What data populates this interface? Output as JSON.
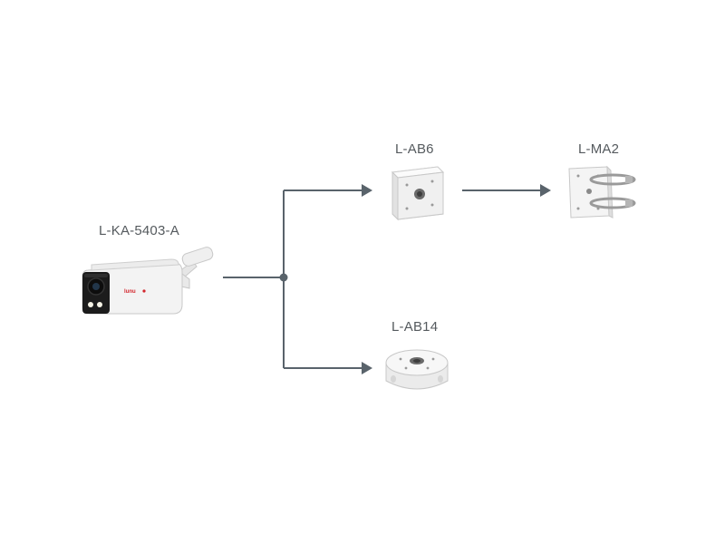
{
  "diagram": {
    "nodes": {
      "camera": {
        "label": "L-KA-5403-A",
        "icon": "bullet-camera-icon"
      },
      "ab6": {
        "label": "L-AB6",
        "icon": "square-junction-box-icon"
      },
      "ma2": {
        "label": "L-MA2",
        "icon": "pole-mount-adapter-icon"
      },
      "ab14": {
        "label": "L-AB14",
        "icon": "round-junction-box-icon"
      }
    },
    "edges": [
      {
        "from": "L-KA-5403-A",
        "to": "L-AB6"
      },
      {
        "from": "L-KA-5403-A",
        "to": "L-AB14"
      },
      {
        "from": "L-AB6",
        "to": "L-MA2"
      }
    ],
    "colors": {
      "connector": "#59636b",
      "label": "#555a5e",
      "device_body": "#f2f2f2",
      "device_shadow": "#c9c9c9",
      "camera_lens": "#1b1b1b",
      "brand_red": "#d3262c"
    }
  }
}
